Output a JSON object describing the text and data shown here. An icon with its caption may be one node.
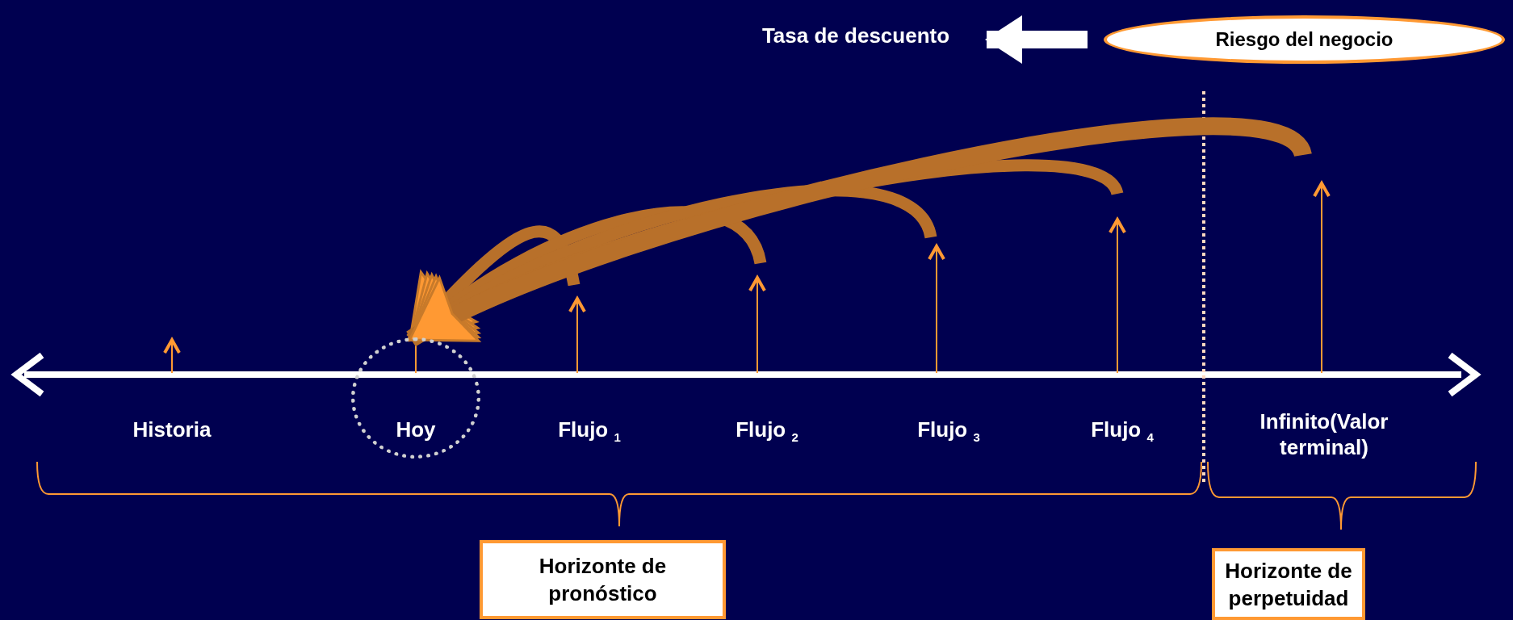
{
  "diagram": {
    "nodes": [
      {
        "text": [
          "Tasa de descuento"
        ]
      },
      {
        "text": [
          "Riesgo del negocio"
        ]
      },
      {
        "text": [
          "Historia"
        ]
      },
      {
        "text": [
          "Hoy"
        ]
      },
      {
        "text": [
          "Flujo $_{1}$"
        ]
      },
      {
        "text": [
          "Flujo $_{2}$"
        ]
      },
      {
        "text": [
          "Flujo $_{3}$"
        ]
      },
      {
        "text": [
          "Flujo $_{4}$"
        ]
      },
      {
        "text": [
          "Infinito(Valor terminal)"
        ]
      },
      {
        "text": [
          "Horizonte de pronóstico"
        ]
      },
      {
        "text": [
          "Horizonte de perpetuidad"
        ]
      }
    ],
    "edges": [
      {
        "from": 1,
        "to": 0,
        "arrow": "to",
        "color": "#ffffff"
      },
      {
        "from": 4,
        "to": 3,
        "arrow": "to"
      },
      {
        "from": 5,
        "to": 3,
        "arrow": "to"
      },
      {
        "from": 6,
        "to": 3,
        "arrow": "to"
      },
      {
        "from": 7,
        "to": 3,
        "arrow": "to"
      },
      {
        "from": 8,
        "to": 3,
        "arrow": "to"
      }
    ]
  }
}
